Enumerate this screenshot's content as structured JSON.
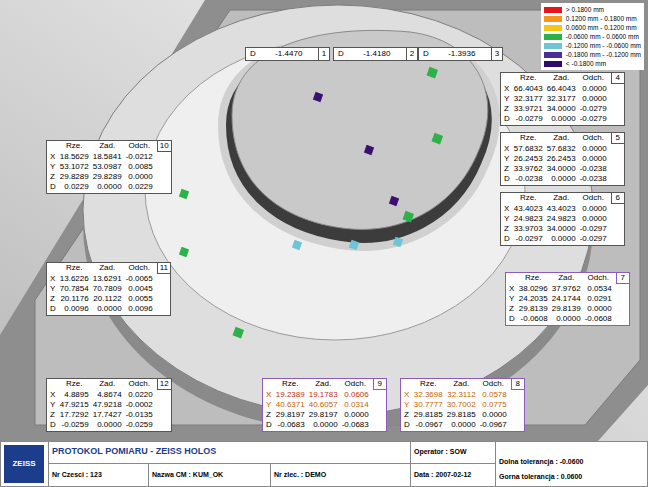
{
  "diagram": {
    "title": "PROTOKOL POMIARU - ZEISS HOLOS",
    "nodes": [
      {
        "text": [
          "D",
          "-1.4470",
          "1"
        ]
      },
      {
        "text": [
          "D",
          "-1.4180",
          "2"
        ]
      },
      {
        "text": [
          "D",
          "-1.3936",
          "3"
        ]
      },
      {
        "text": [
          "Rze.",
          "Zad.",
          "Odch.",
          "4",
          "X",
          "66.4043",
          "66.4043",
          "0.0000",
          "Y",
          "32.3177",
          "32.3177",
          "0.0000",
          "Z",
          "33.9721",
          "34.0000",
          "-0.0279",
          "D",
          "-0.0279",
          "0.0000",
          "-0.0279"
        ]
      },
      {
        "text": [
          "Rze.",
          "Zad.",
          "Odch.",
          "5",
          "X",
          "57.6832",
          "57.6832",
          "0.0000",
          "Y",
          "26.2453",
          "26.2453",
          "0.0000",
          "Z",
          "33.9762",
          "34.0000",
          "-0.0238",
          "D",
          "-0.0238",
          "0.0000",
          "-0.0238"
        ]
      },
      {
        "text": [
          "Rze.",
          "Zad.",
          "Odch.",
          "6",
          "X",
          "43.4023",
          "43.4023",
          "0.0000",
          "Y",
          "24.9823",
          "24.9823",
          "0.0000",
          "Z",
          "33.9703",
          "34.0000",
          "-0.0297",
          "D",
          "-0.0297",
          "0.0000",
          "-0.0297"
        ]
      },
      {
        "text": [
          "Rze.",
          "Zad.",
          "Odch.",
          "7",
          "X",
          "38.0296",
          "37.9762",
          "0.0534",
          "Y",
          "24.2035",
          "24.1744",
          "0.0291",
          "Z",
          "29.8139",
          "29.8139",
          "0.0000",
          "D",
          "-0.0608",
          "0.0000",
          "-0.0608"
        ]
      },
      {
        "text": [
          "Rze.",
          "Zad.",
          "Odch.",
          "8",
          "X",
          "32.3698",
          "32.3112",
          "0.0578",
          "Y",
          "30.7777",
          "30.7002",
          "0.0775",
          "Z",
          "29.8185",
          "29.8185",
          "0.0000",
          "D",
          "-0.0967",
          "0.0000",
          "-0.0967"
        ]
      },
      {
        "text": [
          "Rze.",
          "Zad.",
          "Odch.",
          "9",
          "X",
          "19.2389",
          "19.1783",
          "0.0606",
          "Y",
          "40.6371",
          "40.6057",
          "0.0314",
          "Z",
          "29.8197",
          "29.8197",
          "0.0000",
          "D",
          "-0.0683",
          "0.0000",
          "-0.0683"
        ]
      },
      {
        "text": [
          "Rze.",
          "Zad.",
          "Odch.",
          "10",
          "X",
          "18.5629",
          "18.5841",
          "-0.0212",
          "Y",
          "53.1072",
          "53.0987",
          "0.0085",
          "Z",
          "29.8289",
          "29.8289",
          "0.0000",
          "D",
          "0.0229",
          "0.0000",
          "0.0229"
        ]
      },
      {
        "text": [
          "Rze.",
          "Zad.",
          "Odch.",
          "11",
          "X",
          "13.6226",
          "13.6291",
          "-0.0065",
          "Y",
          "70.7854",
          "70.7809",
          "0.0045",
          "Z",
          "20.1176",
          "20.1122",
          "0.0055",
          "D",
          "0.0096",
          "0.0000",
          "0.0096"
        ]
      },
      {
        "text": [
          "Rze.",
          "Zad.",
          "Odch.",
          "12",
          "X",
          "4.8895",
          "4.8674",
          "0.0220",
          "Y",
          "47.9215",
          "47.9218",
          "-0.0002",
          "Z",
          "17.7292",
          "17.7427",
          "-0.0135",
          "D",
          "-0.0259",
          "0.0000",
          "-0.0259"
        ]
      }
    ],
    "labels": [
      "ZEISS",
      "Operator : SOW",
      "Nr Czesci : 123",
      "Nazwa CM : KUM_OK",
      "Nr zlec. : DEMO",
      "Data : 2007-02-12",
      "Dolna tolerancja : -0.0600",
      "Gorna tolerancja : 0.0600"
    ],
    "legend": [
      {
        "text": "> 0.1800 mm",
        "color": "#e8141c"
      },
      {
        "text": "0.1200 mm - 0.1800 mm",
        "color": "#f7941d"
      },
      {
        "text": "0.0600 mm - 0.1200 mm",
        "color": "#f5c518"
      },
      {
        "text": "-0.0600 mm - 0.0600 mm",
        "color": "#2db24a"
      },
      {
        "text": "-0.1200 mm - -0.0600 mm",
        "color": "#6fc5d5"
      },
      {
        "text": "-0.1800 mm - -0.1200 mm",
        "color": "#4a2f9a"
      },
      {
        "text": "< -0.1800 mm",
        "color": "#2e0a6e"
      }
    ]
  }
}
